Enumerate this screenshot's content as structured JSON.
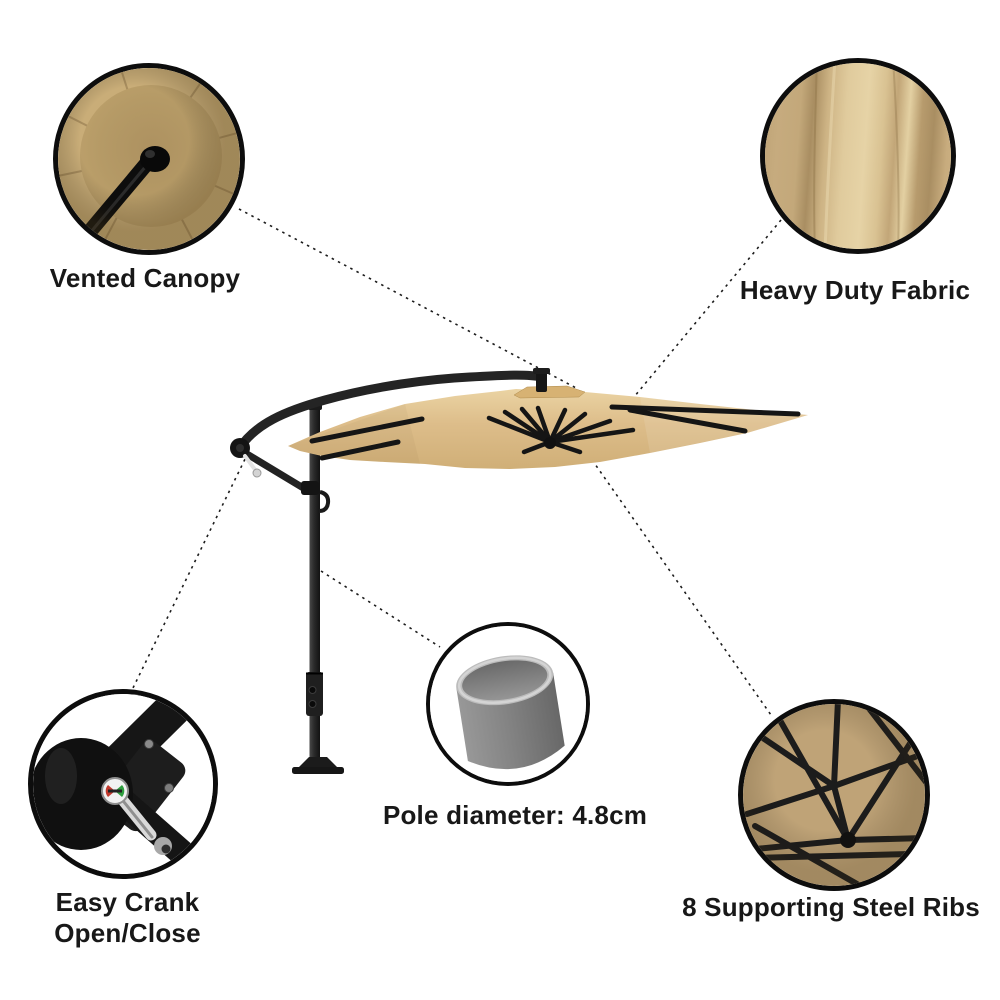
{
  "callouts": {
    "vented_canopy": {
      "label": "Vented Canopy"
    },
    "heavy_duty_fabric": {
      "label": "Heavy Duty Fabric"
    },
    "easy_crank": {
      "line1": "Easy Crank",
      "line2": "Open/Close"
    },
    "pole_diameter": {
      "label": "Pole diameter: 4.8cm"
    },
    "steel_ribs": {
      "label": "8 Supporting Steel Ribs"
    }
  },
  "colors": {
    "canopy_tan": "#ddbd8a",
    "canopy_light": "#ecd6a6",
    "canopy_shadow": "#cfae76",
    "callout_fabric_tan": "#c9ad78",
    "ribs_underside_tan": "#bfa377",
    "frame_black": "#242424",
    "pole_cross_section_gray": "#8a8a8a",
    "crank_silver": "#d6d6d6",
    "text": "#181818",
    "background": "#ffffff"
  }
}
